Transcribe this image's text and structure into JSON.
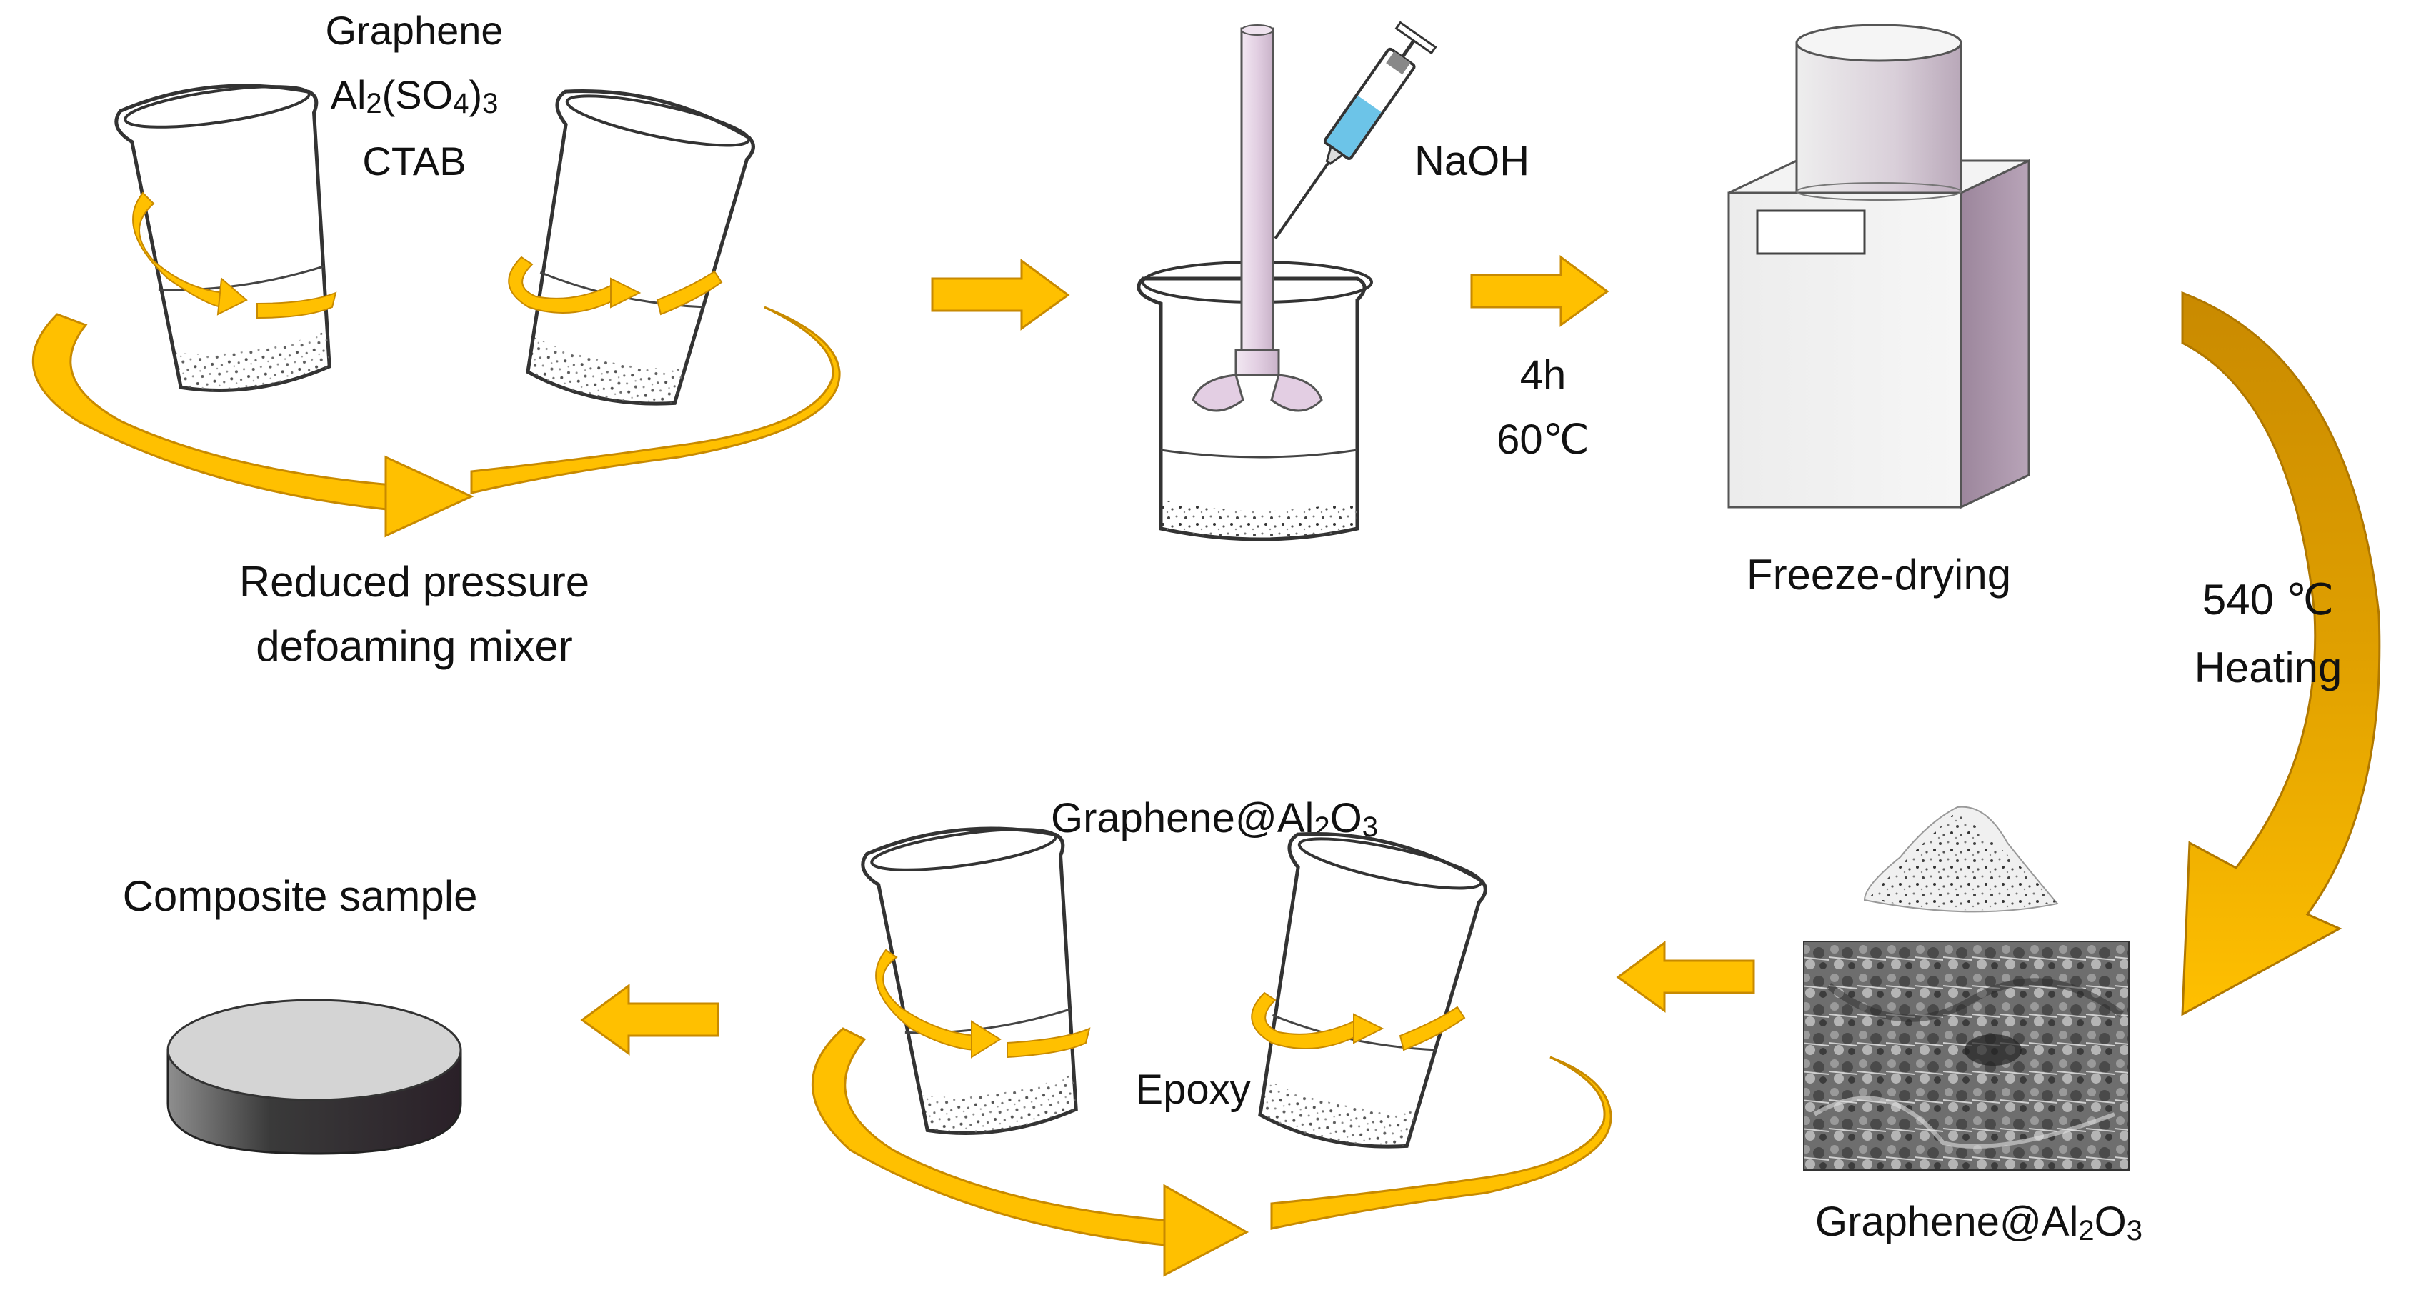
{
  "colors": {
    "arrow_fill": "#FFC000",
    "arrow_stroke": "#C88A00",
    "arrow_dark": "#D89B00",
    "glass_stroke": "#333333",
    "stir_rod": "#E8D7E8",
    "syringe_liquid": "#6CC4E8",
    "dryer_lid": "#DCD0DC",
    "dryer_side": "#A893A8",
    "disc_top": "#D4D4D4",
    "disc_side": "#3A3238"
  },
  "step1": {
    "reagents": [
      "Graphene",
      "Al2(SO4)3",
      "CTAB"
    ],
    "reagent_line1": "Graphene",
    "reagent_line2_a": "Al",
    "reagent_line2_sub1": "2",
    "reagent_line2_b": "(SO",
    "reagent_line2_sub2": "4",
    "reagent_line2_c": ")",
    "reagent_line2_sub3": "3",
    "reagent_line3": "CTAB",
    "label_line1": "Reduced pressure",
    "label_line2": "defoaming mixer"
  },
  "step2": {
    "reagent": "NaOH",
    "time": "4h",
    "temperature": "60℃"
  },
  "step3": {
    "label": "Freeze-drying"
  },
  "step4": {
    "temperature": "540 ℃",
    "process": "Heating"
  },
  "step5": {
    "product_a": "Graphene@Al",
    "product_sub1": "2",
    "product_b": "O",
    "product_sub2": "3"
  },
  "step6": {
    "filler_a": "Graphene@Al",
    "filler_sub1": "2",
    "filler_b": "O",
    "filler_sub2": "3",
    "matrix": "Epoxy"
  },
  "step7": {
    "label": "Composite sample"
  },
  "icons": {
    "mixer_beakers": "beaker-pair-icon",
    "stirred_beaker": "stirred-beaker-icon",
    "syringe": "syringe-icon",
    "freeze_dryer": "freeze-dryer-icon",
    "powder": "powder-pile-icon",
    "sem_image": "sem-micrograph-icon",
    "disc": "composite-disc-icon"
  }
}
